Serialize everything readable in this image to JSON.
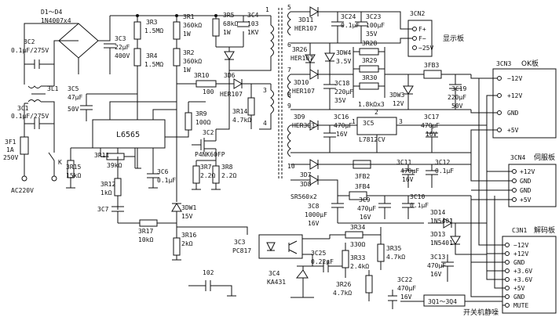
{
  "components": {
    "bridge_ref": "D1～D4",
    "bridge_part": "1N4007x4",
    "c3c2_ref": "3C2",
    "c3c2_val": "0.1μF/275V",
    "l3l1_ref": "3L1",
    "c3c1_ref": "3C1",
    "c3c1_val": "0.1μF/275V",
    "f3f1_ref": "3F1",
    "f3f1_rating1": "1A",
    "f3f1_rating2": "250V",
    "k_label": "K",
    "ac_label": "AC220V",
    "c3c3_ref": "3C3",
    "c3c3_val1": "22μF",
    "c3c3_val2": "400V",
    "r3r3_ref": "3R3",
    "r3r3_val": "1.5MΩ",
    "r3r4_ref": "3R4",
    "r3r4_val": "1.5MΩ",
    "r3r1_ref": "3R1",
    "r3r1_val1": "360kΩ",
    "r3r1_val2": "1W",
    "r3r2_ref": "3R2",
    "r3r2_val1": "360kΩ",
    "r3r2_val2": "1W",
    "r3r5_ref": "3R5",
    "r3r5_val1": "68kΩ",
    "r3r5_val2": "1W",
    "c3c4_ref": "3C4",
    "c3c4_val1": "103",
    "c3c4_val2": "1KV",
    "r3r10_ref": "3R10",
    "r3r10_val": "100",
    "d3d6_ref": "3D6",
    "d3d6_part": "HER107",
    "r3r14_ref": "3R14",
    "r3r14_val": "4.7kΩ",
    "c3c5_ref": "3C5",
    "c3c5_val1": "47μF",
    "c3c5_val2": "50V",
    "ic_main": "L6565",
    "r3r9_ref": "3R9",
    "r3r9_val": "100Ω",
    "q3c2_ref": "3C2",
    "q3c2_part": "P4NK60FP",
    "r3r15_ref": "3R15",
    "r3r15_val": "15kΩ",
    "r3r11_ref": "3R11",
    "r3r11_val": "39kΩ",
    "c3c6_ref": "3C6",
    "c3c6_val": "0.1μF",
    "r3r7_ref": "3R7",
    "r3r7_val": "2.2Ω",
    "r3r8_ref": "3R8",
    "r3r8_val": "2.2Ω",
    "r3r12_ref": "3R12",
    "r3r12_val": "1kΩ",
    "c3c7_ref": "3C7",
    "r3r17_ref": "3R17",
    "r3r17_val": "10kΩ",
    "d3dw1_ref": "3DW1",
    "d3dw1_val": "15V",
    "r3r16_ref": "3R16",
    "r3r16_val": "2kΩ",
    "ic3c3_ref": "3C3",
    "ic3c3_part": "PC817",
    "ic3c4_ref": "3C4",
    "ic3c4_part": "KA431",
    "c3c25_ref": "3C25",
    "c3c25_val": "0.22μF",
    "r3r34_ref": "3R34",
    "r3r34_val": "330Ω",
    "r3r33_ref": "3R33",
    "r3r33_val": "2.4kΩ",
    "r3r35_ref": "3R35",
    "r3r35_val": "4.7kΩ",
    "r3r26b_ref": "3R26",
    "r3r26b_val": "4.7kΩ",
    "label_102": "102",
    "d3d11_ref": "3D11",
    "d3d11_part": "HER107",
    "c3c24_ref": "3C24",
    "c3c24_val": "0.1μF",
    "c3c23_ref": "3C23",
    "c3c23_val1": "100μF",
    "c3c23_val2": "35V",
    "r3r26_ref": "3R26",
    "r3r26_part": "HER107",
    "d3dw4_ref": "3DW4",
    "d3dw4_val": "3.5V",
    "r3r28_ref": "3R28",
    "r3r29_ref": "3R29",
    "r3r30_ref": "3R30",
    "r3r30_val": "1.8kΩx3",
    "d3d10_ref": "3D10",
    "d3d10_part": "HER107",
    "c3c18_ref": "3C18",
    "c3c18_val1": "220μF",
    "c3c18_val2": "35V",
    "d3dw3_ref": "3DW3",
    "d3dw3_val": "12V",
    "fb3_ref": "3FB3",
    "c3c19_ref": "3C19",
    "c3c19_val1": "220μF",
    "c3c19_val2": "50V",
    "d3d9_ref": "3D9",
    "d3d9_part": "HER303",
    "c3c16_ref": "3C16",
    "c3c16_val1": "470μF",
    "c3c16_val2": "16V",
    "ic3c5_ref": "3C5",
    "ic3c5_part": "L7812CV",
    "c3c17_ref": "3C17",
    "c3c17_val1": "470μF",
    "c3c17_val2": "16V",
    "d3d7_ref": "3D7",
    "fb2_ref": "3FB2",
    "c3c11_ref": "3C11",
    "c3c11_val1": "470μF",
    "c3c11_val2": "16V",
    "c3c12_ref": "3C12",
    "c3c12_val": "0.1μF",
    "d3d8_ref": "3D8",
    "d3d8_part": "SR560x2",
    "fb4_ref": "3FB4",
    "c3c9_ref": "3C9",
    "c3c9_val1": "470μF",
    "c3c9_val2": "16V",
    "c3c10_ref": "3C10",
    "c3c10_val": "0.1μF",
    "c3c8_ref": "3C8",
    "c3c8_val1": "1000μF",
    "c3c8_val2": "16V",
    "d3d14_ref": "3D14",
    "d3d14_part": "1N5401",
    "d3d13_ref": "3D13",
    "d3d13_part": "1N5401",
    "c3c13_ref": "3C13",
    "c3c13_val1": "470μF",
    "c3c13_val2": "16V",
    "c3c22_ref": "3C22",
    "c3c22_val1": "470μF",
    "c3c22_val2": "16V",
    "q_mute": "3Q1～3Q4",
    "mute_label": "开关机静噪"
  },
  "pins": {
    "p5": "5",
    "p6": "6",
    "p7": "7",
    "p8": "8",
    "p9": "9",
    "p10": "10",
    "p1": "1",
    "p2": "2",
    "p3": "3",
    "p4": "4",
    "reg1": "1",
    "reg2": "2",
    "reg3": "3"
  },
  "connectors": {
    "cn2": {
      "ref": "3CN2",
      "title": "显示板",
      "pins": [
        "F+",
        "F−",
        "−25V"
      ]
    },
    "cn3": {
      "ref": "3CN3",
      "title": "OK板",
      "pins": [
        "−12V",
        "+12V",
        "GND",
        "+5V"
      ]
    },
    "cn4": {
      "ref": "3CN4",
      "title": "伺服板",
      "pins": [
        "+12V",
        "GND",
        "GND",
        "+5V"
      ]
    },
    "cn1": {
      "ref": "C3N1",
      "title": "解码板",
      "pins": [
        "−12V",
        "+12V",
        "GND",
        "+3.6V",
        "+3.6V",
        "+5V",
        "GND",
        "MUTE"
      ]
    }
  }
}
